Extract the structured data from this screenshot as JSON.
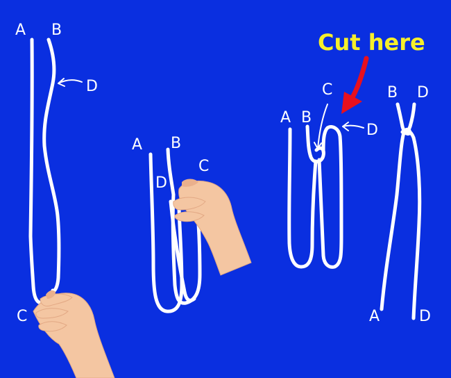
{
  "title": "Cut here",
  "colors": {
    "background": "#0a2fe0",
    "rope": "#ffffff",
    "title": "#f6ef2a",
    "arrow": "#e8101e",
    "skin": "#f4c6a2"
  },
  "step1": {
    "a": "A",
    "b": "B",
    "c": "C",
    "d": "D"
  },
  "step2": {
    "a": "A",
    "b": "B",
    "c": "C",
    "d": "D"
  },
  "step3": {
    "a": "A",
    "b": "B",
    "c": "C",
    "d": "D"
  },
  "step4": {
    "b": "B",
    "d_top": "D",
    "a": "A",
    "d_bottom": "D"
  }
}
